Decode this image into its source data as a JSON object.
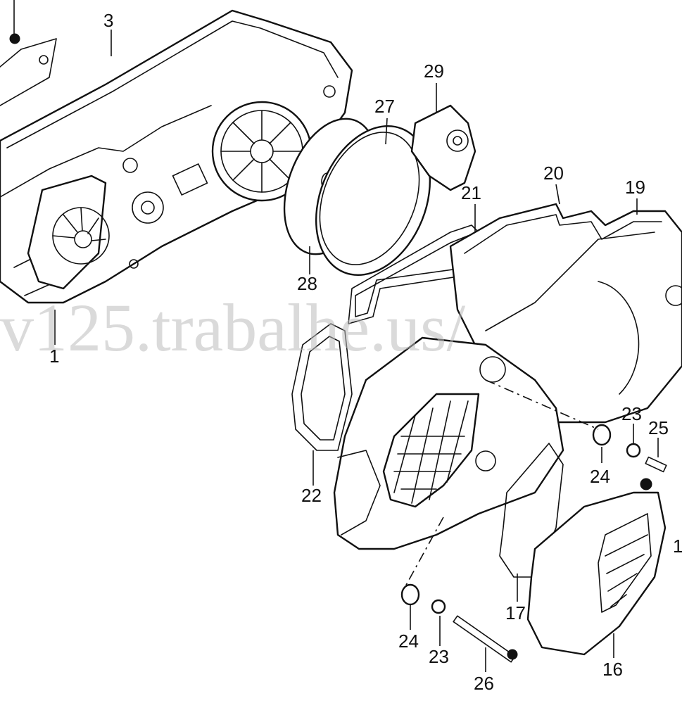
{
  "watermark": "v125.trabalhe.us/",
  "callouts": [
    {
      "id": "c3",
      "text": "3"
    },
    {
      "id": "c29",
      "text": "29"
    },
    {
      "id": "c27",
      "text": "27"
    },
    {
      "id": "c20",
      "text": "20"
    },
    {
      "id": "c19",
      "text": "19"
    },
    {
      "id": "c21",
      "text": "21"
    },
    {
      "id": "c28",
      "text": "28"
    },
    {
      "id": "c1",
      "text": "1"
    },
    {
      "id": "c23a",
      "text": "23"
    },
    {
      "id": "c25",
      "text": "25"
    },
    {
      "id": "c24a",
      "text": "24"
    },
    {
      "id": "c22",
      "text": "22"
    },
    {
      "id": "c1x",
      "text": "1"
    },
    {
      "id": "c17",
      "text": "17"
    },
    {
      "id": "c24b",
      "text": "24"
    },
    {
      "id": "c23b",
      "text": "23"
    },
    {
      "id": "c26",
      "text": "26"
    },
    {
      "id": "c16",
      "text": "16"
    }
  ]
}
